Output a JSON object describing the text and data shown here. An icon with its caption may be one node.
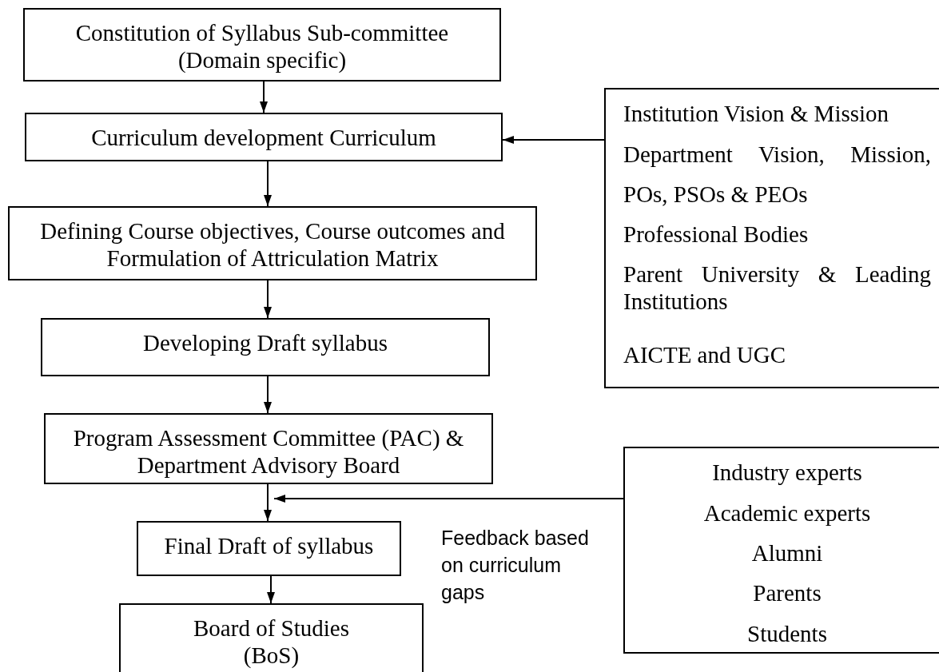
{
  "diagram": {
    "nodes": [
      {
        "text": [
          "Constitution of Syllabus Sub-committee (Domain specific)"
        ]
      },
      {
        "text": [
          "Curriculum development Curriculum"
        ]
      },
      {
        "text": [
          "Defining Course objectives, Course outcomes and Formulation of Attriculation Matrix"
        ]
      },
      {
        "text": [
          "Developing Draft syllabus"
        ]
      },
      {
        "text": [
          "Program Assessment Committee (PAC) & Department Advisory Board"
        ]
      },
      {
        "text": [
          "Final Draft of syllabus"
        ]
      },
      {
        "text": [
          "Board of Studies (BoS)"
        ]
      },
      {
        "text": [
          "Institution Vision & Mission",
          "Department Vision, Mission, POs, PSOs & PEOs",
          "Professional Bodies",
          "Parent University & Leading Institutions",
          "AICTE and UGC"
        ]
      },
      {
        "text": [
          "Industry experts",
          "Academic experts",
          "Alumni",
          "Parents",
          "Students"
        ]
      }
    ],
    "edges": [
      {
        "from": 0,
        "to": 1,
        "arrow": "to"
      },
      {
        "from": 1,
        "to": 2,
        "arrow": "to"
      },
      {
        "from": 2,
        "to": 3,
        "arrow": "to"
      },
      {
        "from": 3,
        "to": 4,
        "arrow": "to"
      },
      {
        "from": 4,
        "to": 5,
        "arrow": "to"
      },
      {
        "from": 5,
        "to": 6,
        "arrow": "to"
      },
      {
        "from": 7,
        "to": 1,
        "arrow": "to"
      },
      {
        "from": 8,
        "to": 4,
        "arrow": "to"
      }
    ],
    "labels": [
      "Feedback based on curriculum gaps"
    ]
  }
}
